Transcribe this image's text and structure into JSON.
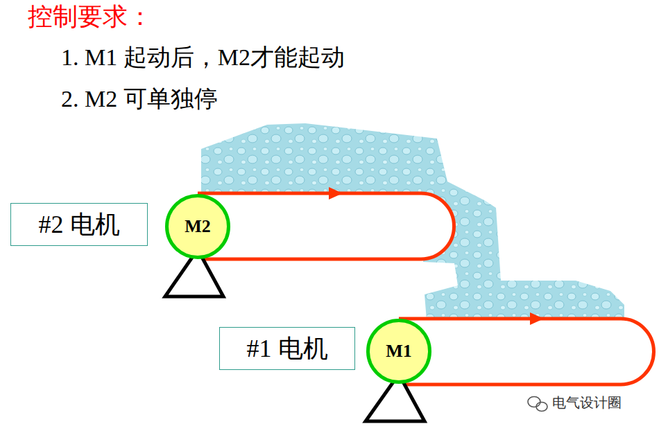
{
  "diagram": {
    "title": "控制要求：",
    "nodes": [
      {
        "text": [
          "#2 电机"
        ]
      },
      {
        "text": [
          "M2"
        ]
      },
      {
        "text": [
          "#1 电机"
        ]
      },
      {
        "text": [
          "M1"
        ]
      }
    ],
    "labels": [
      "1. M1 起动后，M2才能起动",
      "2. M2 可单独停",
      "电气设计圈"
    ]
  }
}
